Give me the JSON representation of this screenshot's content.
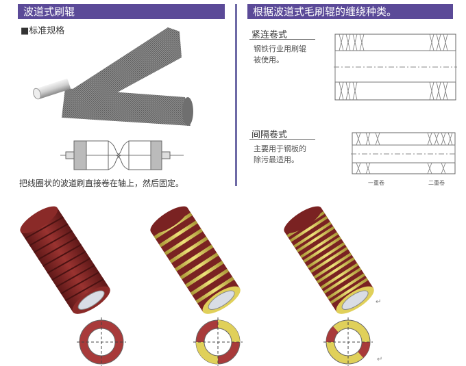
{
  "left": {
    "banner": "波道式刷辊",
    "subheading": "■标准规格",
    "caption": "把线圈状的波道刷直接卷在轴上，然后固定。"
  },
  "right": {
    "banner": "根据波道式毛刷辊的缠绕种类。",
    "sections": [
      {
        "title": "紧连卷式",
        "desc_lines": [
          "钢铁行业用刷辊",
          "被使用。"
        ]
      },
      {
        "title": "间隔卷式",
        "desc_lines": [
          "主要用于钢板的",
          "除污最适用。"
        ],
        "labels": [
          "一重卷",
          "二重卷"
        ]
      }
    ]
  },
  "colors": {
    "banner_bg": "#5b4a98",
    "brush_red": "#8a2a28",
    "brush_yellow": "#e0d05a",
    "core_gray": "#d9dde5"
  },
  "return_mark": "↵"
}
